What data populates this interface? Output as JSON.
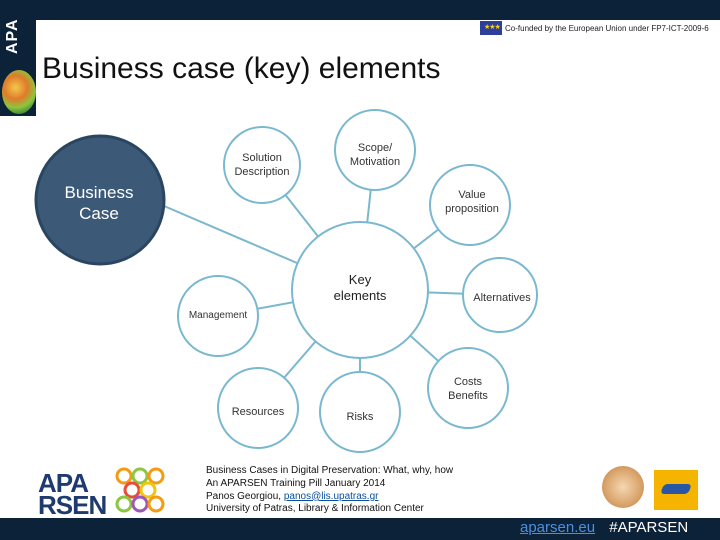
{
  "header": {
    "eu_funding_text": "Co-funded by the European Union under FP7-ICT-2009-6",
    "side_logo_text": "APA"
  },
  "slide": {
    "title": "Business case (key) elements"
  },
  "diagram": {
    "center": {
      "line1": "Key",
      "line2": "elements"
    },
    "business_case": {
      "line1": "Business",
      "line2": "Case"
    },
    "nodes": {
      "solution_description": {
        "line1": "Solution",
        "line2": "Description"
      },
      "scope_motivation": {
        "line1": "Scope/",
        "line2": "Motivation"
      },
      "value_proposition": {
        "line1": "Value",
        "line2": "proposition"
      },
      "alternatives": {
        "line1": "Alternatives"
      },
      "costs_benefits": {
        "line1": "Costs",
        "line2": "Benefits"
      },
      "risks": {
        "line1": "Risks"
      },
      "resources": {
        "line1": "Resources"
      },
      "management": {
        "line1": "Management"
      }
    },
    "colors": {
      "node_fill": "#ffffff",
      "node_stroke": "#7ab8cf",
      "business_case_fill": "#3c5a78",
      "business_case_stroke": "#2a4560",
      "link": "#7ab8cf"
    }
  },
  "footer": {
    "line1": "Business Cases in Digital Preservation: What, why, how",
    "line2": "An APARSEN Training Pill January 2014",
    "line3_prefix": "Panos Georgiou, ",
    "line3_email": "panos@lis.upatras.gr",
    "line4": "University of Patras, Library & Information Center",
    "logo_line1": "APA",
    "logo_line2": "RSEN",
    "site": "aparsen.eu",
    "hashtag": "#APARSEN"
  }
}
